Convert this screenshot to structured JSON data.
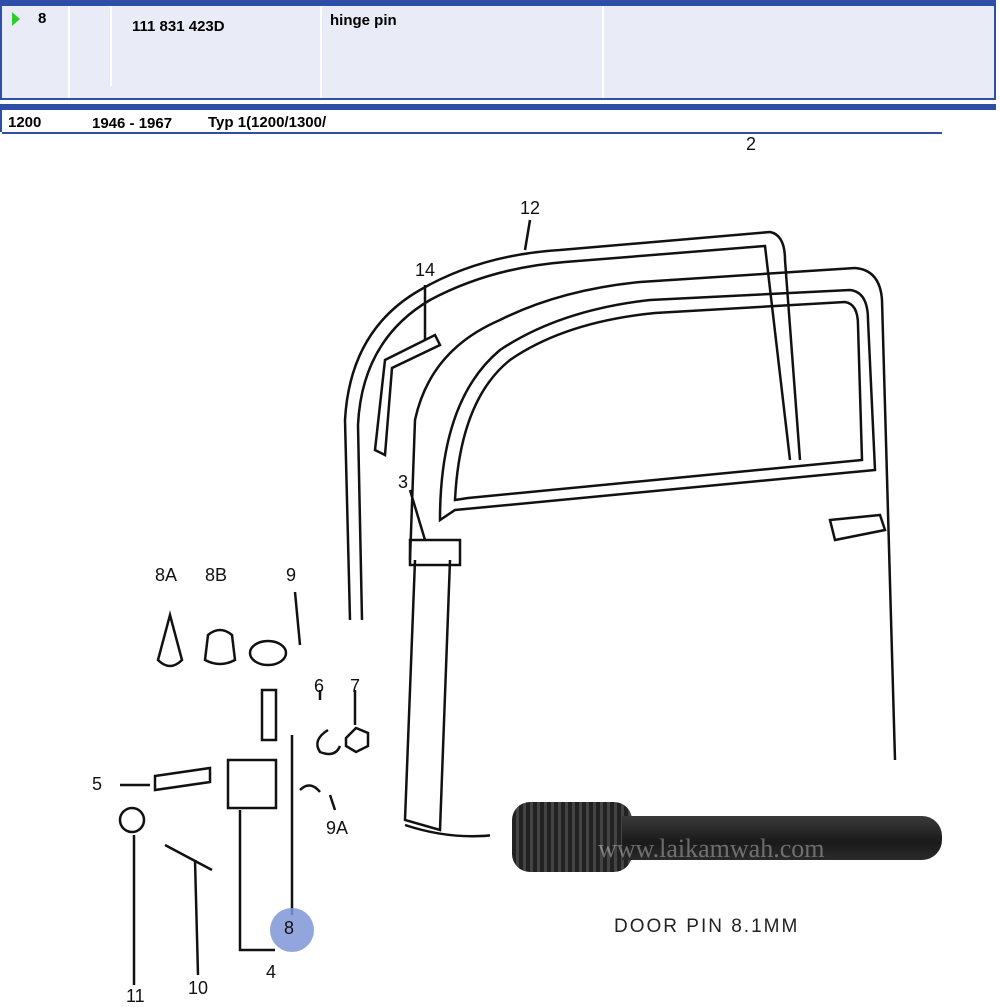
{
  "table": {
    "selected_row": {
      "pos": "8",
      "part_number": "111 831 423D",
      "description": "hinge pin"
    },
    "model_row": {
      "model": "1200",
      "years": "1946 - 1967",
      "type": "Typ 1(1200/1300/"
    }
  },
  "diagram": {
    "callouts": [
      "2",
      "12",
      "14",
      "3",
      "8A",
      "8B",
      "9",
      "6",
      "7",
      "5",
      "9A",
      "11",
      "10",
      "4",
      "8"
    ]
  },
  "photo": {
    "watermark": "www.laikamwah.com",
    "caption": "DOOR PIN 8.1MM"
  },
  "colors": {
    "border": "#2e4fa8",
    "row_bg": "#e9ebf6",
    "highlight": "#7f95d6",
    "arrow": "#2ecc2e"
  }
}
